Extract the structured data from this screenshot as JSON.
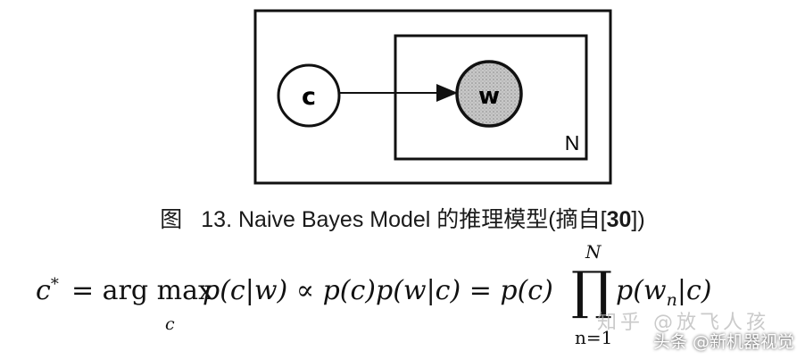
{
  "diagram": {
    "node_c_label": "c",
    "node_w_label": "w",
    "plate_label": "N"
  },
  "caption": {
    "figure_prefix": "图",
    "figure_number": "13.",
    "title": "Naive Bayes Model 的推理模型(摘自[",
    "ref": "30",
    "suffix": "])"
  },
  "formula": {
    "lhs": "c",
    "lhs_mark": "*",
    "eq1": "= arg max",
    "argmax_sub": "c",
    "term1": "p(c|w) ∝ p(c)p(w|c) = p(c)",
    "prod_symbol": "∏",
    "prod_upper": "N",
    "prod_lower": "n=1",
    "term2_pre": "p(w",
    "term2_sub": "n",
    "term2_post": "|c)"
  },
  "watermarks": {
    "faint": "知乎 @放飞人孩",
    "credit": "头条 @新机器视觉"
  }
}
